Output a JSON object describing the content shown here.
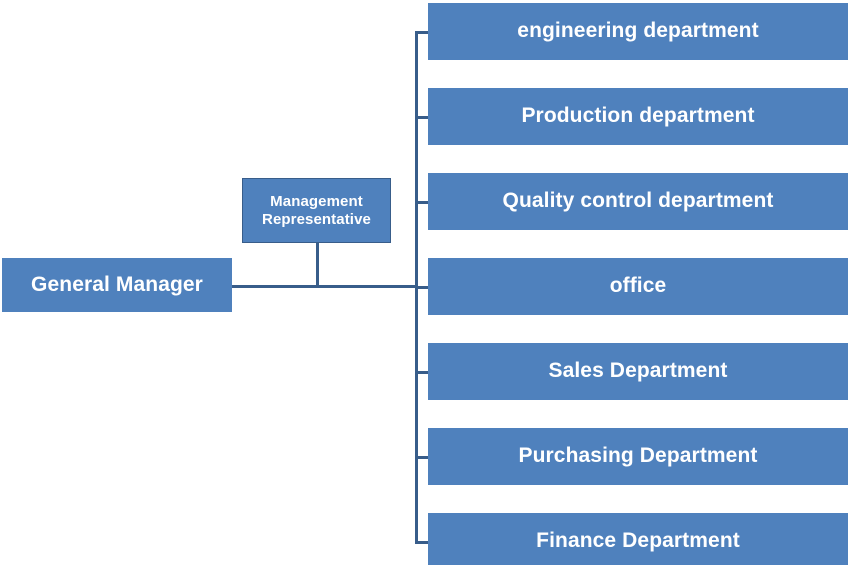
{
  "chart_data": {
    "type": "diagram",
    "subtype": "organization-chart",
    "title": "",
    "orientation": "left-to-right",
    "colors": {
      "node_fill": "#4F81BD",
      "node_text": "#FFFFFF",
      "connector": "#385D8A",
      "node_border": "#385D8A",
      "background": "#FFFFFF"
    },
    "nodes": [
      {
        "id": "general-manager",
        "label": "General Manager",
        "level": 0,
        "role": "root"
      },
      {
        "id": "management-representative",
        "label": "Management Representative",
        "level": 1,
        "role": "staff"
      },
      {
        "id": "engineering-department",
        "label": "engineering department",
        "level": 1,
        "role": "department"
      },
      {
        "id": "production-department",
        "label": "Production department",
        "level": 1,
        "role": "department"
      },
      {
        "id": "quality-control-department",
        "label": "Quality control department",
        "level": 1,
        "role": "department"
      },
      {
        "id": "office",
        "label": "office",
        "level": 1,
        "role": "department"
      },
      {
        "id": "sales-department",
        "label": "Sales Department",
        "level": 1,
        "role": "department"
      },
      {
        "id": "purchasing-department",
        "label": "Purchasing Department",
        "level": 1,
        "role": "department"
      },
      {
        "id": "finance-department",
        "label": "Finance Department",
        "level": 1,
        "role": "department"
      }
    ],
    "edges": [
      {
        "from": "general-manager",
        "to": "management-representative"
      },
      {
        "from": "general-manager",
        "to": "engineering-department"
      },
      {
        "from": "general-manager",
        "to": "production-department"
      },
      {
        "from": "general-manager",
        "to": "quality-control-department"
      },
      {
        "from": "general-manager",
        "to": "office"
      },
      {
        "from": "general-manager",
        "to": "sales-department"
      },
      {
        "from": "general-manager",
        "to": "purchasing-department"
      },
      {
        "from": "general-manager",
        "to": "finance-department"
      }
    ]
  },
  "root": {
    "label": "General Manager"
  },
  "staff": {
    "label_line1": "Management",
    "label_line2": "Representative"
  },
  "departments": [
    {
      "label": "engineering department"
    },
    {
      "label": "Production department"
    },
    {
      "label": "Quality control department"
    },
    {
      "label": "office"
    },
    {
      "label": "Sales Department"
    },
    {
      "label": "Purchasing Department"
    },
    {
      "label": "Finance Department"
    }
  ]
}
